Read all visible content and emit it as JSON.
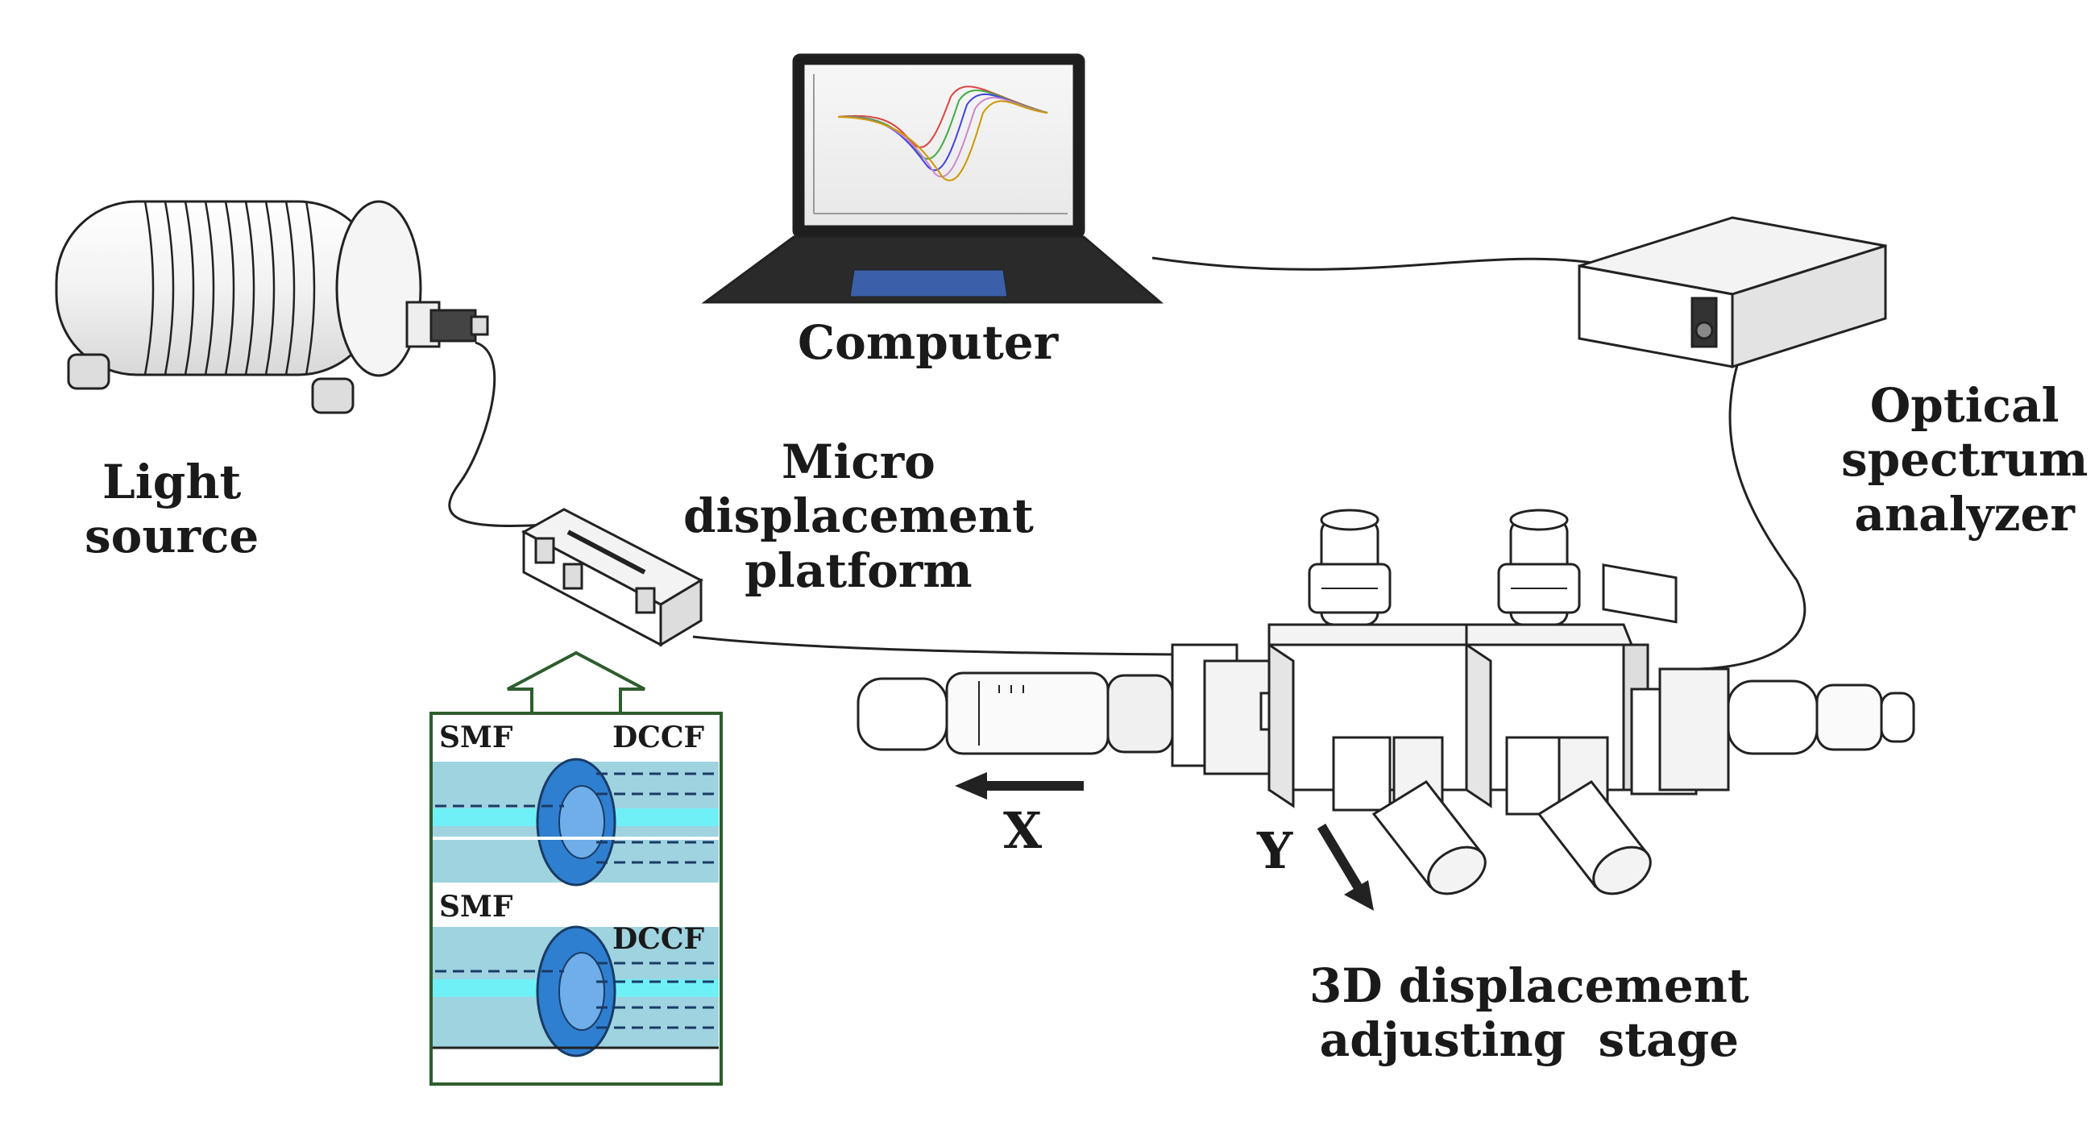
{
  "labels": {
    "computer": "Computer",
    "light_source": [
      "Light",
      "source"
    ],
    "micro_platform": [
      "Micro",
      "displacement",
      "platform"
    ],
    "osa": [
      "Optical",
      "spectrum",
      "analyzer"
    ],
    "stage": [
      "3D displacement",
      "adjusting  stage"
    ],
    "axis_x": "X",
    "axis_y": "Y"
  },
  "inset": {
    "panel1_left": "SMF",
    "panel1_right": "DCCF",
    "panel2_left": "SMF",
    "panel2_right": "DCCF"
  },
  "colors": {
    "fiber_cladding": "#9ed3df",
    "fiber_core": "#6ff0f7",
    "fiber_face": "#2f7fd0",
    "arrow": "#2e5d2e",
    "outline": "#222222"
  }
}
